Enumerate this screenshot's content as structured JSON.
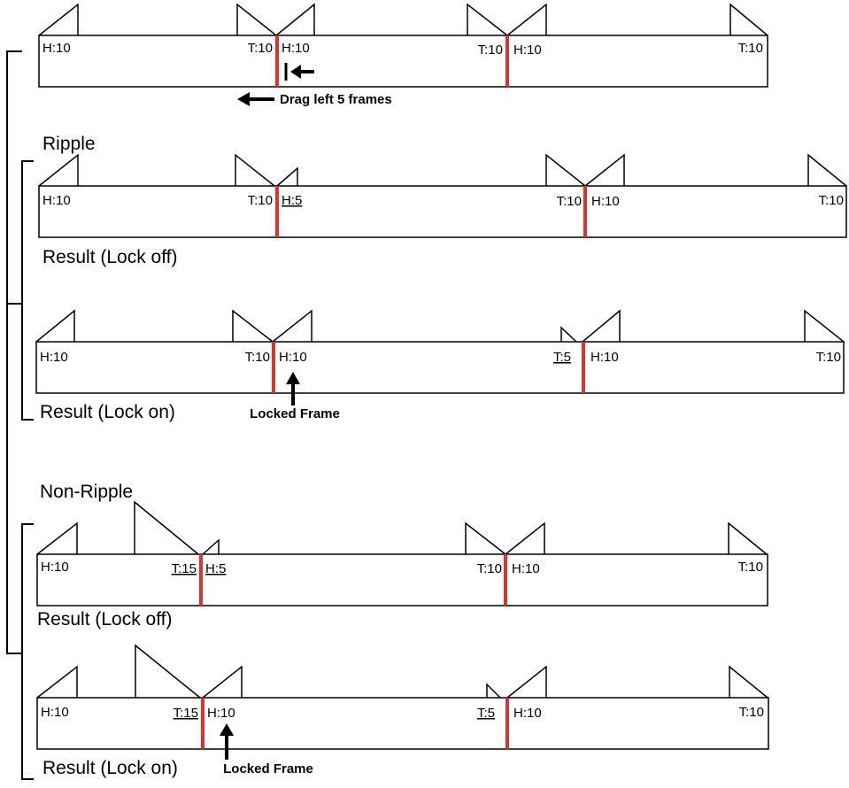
{
  "sections": {
    "ripple": "Ripple",
    "non_ripple": "Non-Ripple"
  },
  "annotations": {
    "drag": "Drag left 5 frames",
    "locked_frame": "Locked Frame"
  },
  "rows": {
    "original": {
      "labels": [
        "H:10",
        "T:10",
        "H:10",
        "T:10",
        "H:10",
        "T:10"
      ]
    },
    "ripple_lock_off": {
      "caption": "Result (Lock off)",
      "labels": [
        "H:10",
        "T:10",
        "H:5",
        "T:10",
        "H:10",
        "T:10"
      ]
    },
    "ripple_lock_on": {
      "caption": "Result (Lock on)",
      "labels": [
        "H:10",
        "T:10",
        "H:10",
        "T:5",
        "H:10",
        "T:10"
      ]
    },
    "nonripple_lock_off": {
      "caption": "Result (Lock off)",
      "labels": [
        "H:10",
        "T:15",
        "H:5",
        "T:10",
        "H:10",
        "T:10"
      ]
    },
    "nonripple_lock_on": {
      "caption": "Result (Lock on)",
      "labels": [
        "H:10",
        "T:15",
        "H:10",
        "T:5",
        "H:10",
        "T:10"
      ]
    }
  },
  "colors": {
    "cut_line": "#e03030",
    "stroke": "#000000"
  }
}
